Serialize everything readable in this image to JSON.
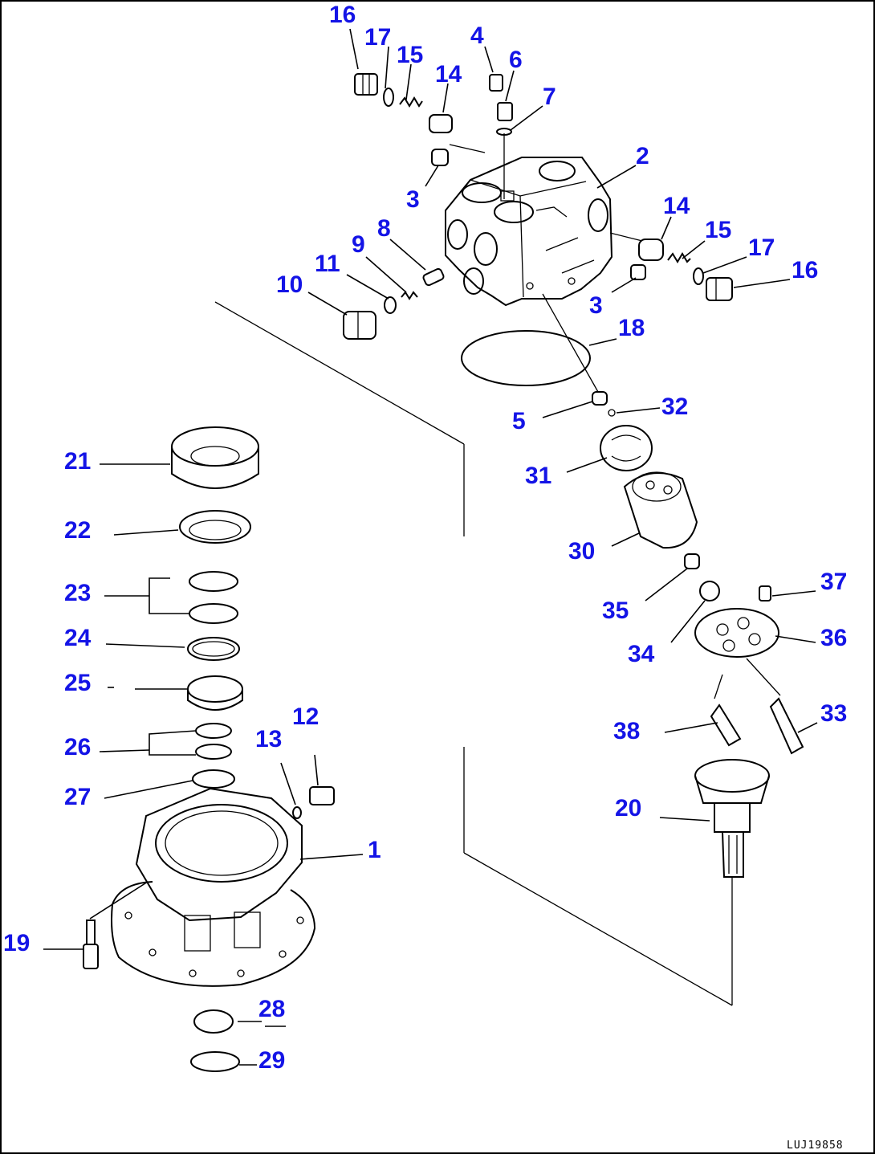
{
  "drawing_code": "LUJ19858",
  "accent_color": "#1414e6",
  "callouts": [
    "16",
    "17",
    "15",
    "14",
    "4",
    "6",
    "7",
    "2",
    "3",
    "14",
    "15",
    "17",
    "16",
    "3",
    "8",
    "9",
    "11",
    "10",
    "18",
    "5",
    "32",
    "31",
    "30",
    "35",
    "37",
    "34",
    "36",
    "38",
    "33",
    "20",
    "21",
    "22",
    "23",
    "24",
    "25",
    "26",
    "27",
    "13",
    "12",
    "1",
    "19",
    "28",
    "29"
  ]
}
